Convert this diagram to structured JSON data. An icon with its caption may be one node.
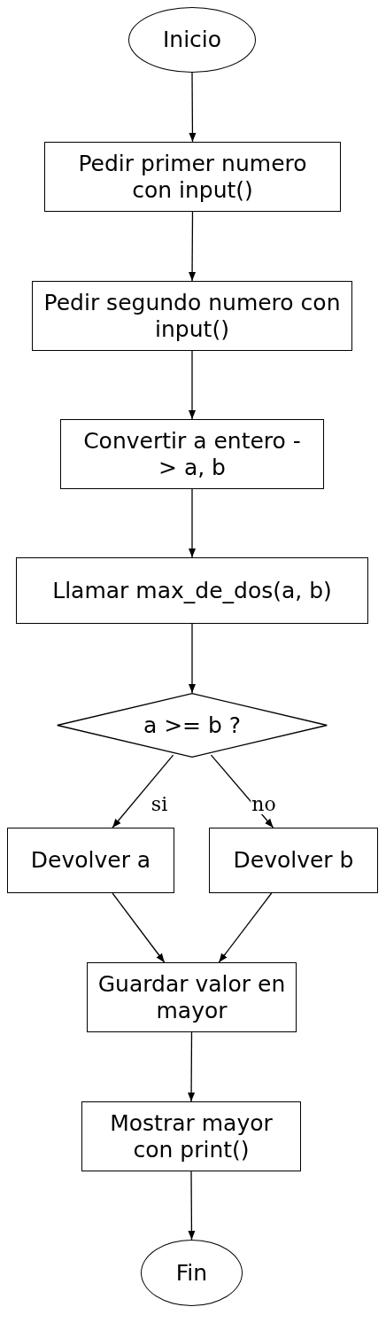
{
  "diagram": {
    "nodes": [
      {
        "text": [
          "Inicio"
        ]
      },
      {
        "text": [
          "Pedir primer numero con input()"
        ]
      },
      {
        "text": [
          "Pedir segundo numero con input()"
        ]
      },
      {
        "text": [
          "Convertir a entero -> a, b"
        ]
      },
      {
        "text": [
          "Llamar max_de_dos(a, b)"
        ]
      },
      {
        "text": [
          "a >= b ?"
        ]
      },
      {
        "text": [
          "Devolver a"
        ]
      },
      {
        "text": [
          "Devolver b"
        ]
      },
      {
        "text": [
          "Guardar valor en mayor"
        ]
      },
      {
        "text": [
          "Mostrar mayor con print()"
        ]
      },
      {
        "text": [
          "Fin"
        ]
      }
    ],
    "edges": [
      {
        "from": 0,
        "to": 1,
        "arrow": "to"
      },
      {
        "from": 1,
        "to": 2,
        "arrow": "to"
      },
      {
        "from": 2,
        "to": 3,
        "arrow": "to"
      },
      {
        "from": 3,
        "to": 4,
        "arrow": "to"
      },
      {
        "from": 4,
        "to": 5,
        "arrow": "to"
      },
      {
        "from": 5,
        "to": 6,
        "arrow": "to",
        "label": "si"
      },
      {
        "from": 5,
        "to": 7,
        "arrow": "to",
        "label": "no"
      },
      {
        "from": 6,
        "to": 8,
        "arrow": "to"
      },
      {
        "from": 7,
        "to": 8,
        "arrow": "to"
      },
      {
        "from": 8,
        "to": 9,
        "arrow": "to"
      },
      {
        "from": 9,
        "to": 10,
        "arrow": "to"
      }
    ]
  }
}
